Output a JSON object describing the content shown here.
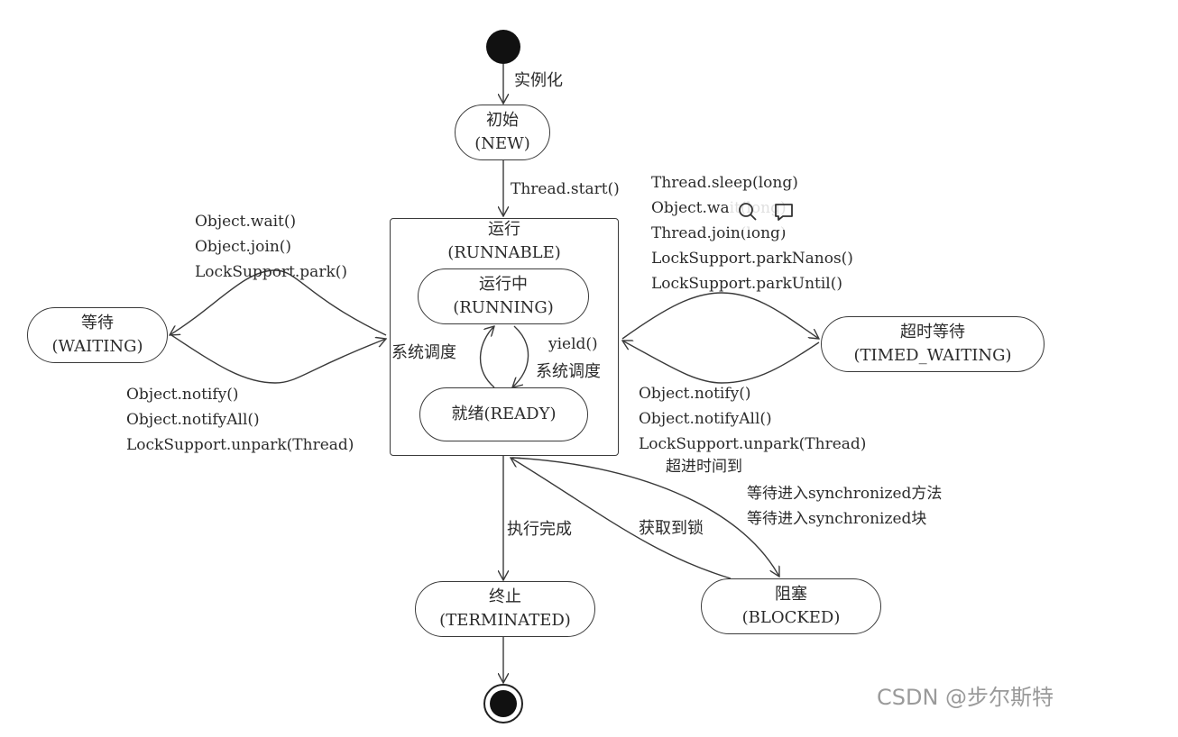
{
  "states": {
    "new": {
      "name": "初始",
      "code": "(NEW)"
    },
    "runnable": {
      "name": "运行",
      "code": "(RUNNABLE)"
    },
    "running": {
      "name": "运行中",
      "code": "(RUNNING)"
    },
    "ready": {
      "label": "就绪(READY)"
    },
    "waiting": {
      "name": "等待",
      "code": "(WAITING)"
    },
    "timed_waiting": {
      "name": "超时等待",
      "code": "(TIMED_WAITING)"
    },
    "terminated": {
      "name": "终止",
      "code": "(TERMINATED)"
    },
    "blocked": {
      "name": "阻塞",
      "code": "(BLOCKED)"
    }
  },
  "transitions": {
    "instantiate": "实例化",
    "thread_start": "Thread.start()",
    "to_waiting": [
      "Object.wait()",
      "Object.join()",
      "LockSupport.park()"
    ],
    "from_waiting": [
      "Object.notify()",
      "Object.notifyAll()",
      "LockSupport.unpark(Thread)"
    ],
    "to_timed_waiting": [
      "Thread.sleep(long)",
      "Object.wait(long)",
      "Thread.join(long)",
      "LockSupport.parkNanos()",
      "LockSupport.parkUntil()"
    ],
    "from_timed_waiting": [
      "Object.notify()",
      "Object.notifyAll()",
      "LockSupport.unpark(Thread)"
    ],
    "timeout": "超进时间到",
    "schedule_left": "系统调度",
    "yield": "yield()",
    "schedule_right": "系统调度",
    "finish": "执行完成",
    "acquire_lock": "获取到锁",
    "to_blocked": [
      "等待进入synchronized方法",
      "等待进入synchronized块"
    ]
  },
  "watermark": "CSDN @步尔斯特",
  "toolbar": {
    "icons": [
      "search-icon",
      "comment-icon"
    ]
  }
}
